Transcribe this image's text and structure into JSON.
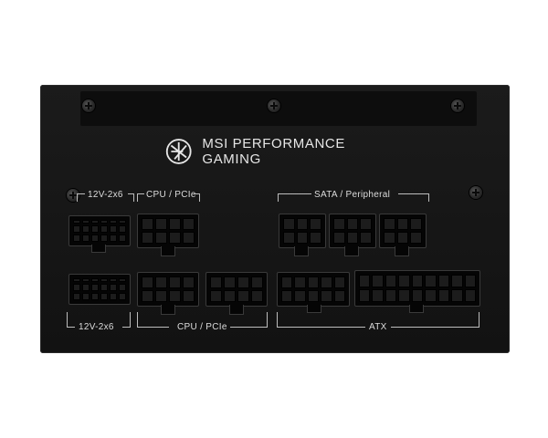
{
  "brand": {
    "logo_text": "MSI PERFORMANCE GAMING"
  },
  "labels": {
    "top_left_12v": "12V-2x6",
    "top_cpu": "CPU / PCIe",
    "top_sata": "SATA / Peripheral",
    "bottom_left_12v": "12V-2x6",
    "bottom_cpu": "CPU / PCIe",
    "bottom_atx": "ATX"
  },
  "colors": {
    "panel": "#151515",
    "text": "#e0e0e0",
    "background": "#ffffff"
  }
}
